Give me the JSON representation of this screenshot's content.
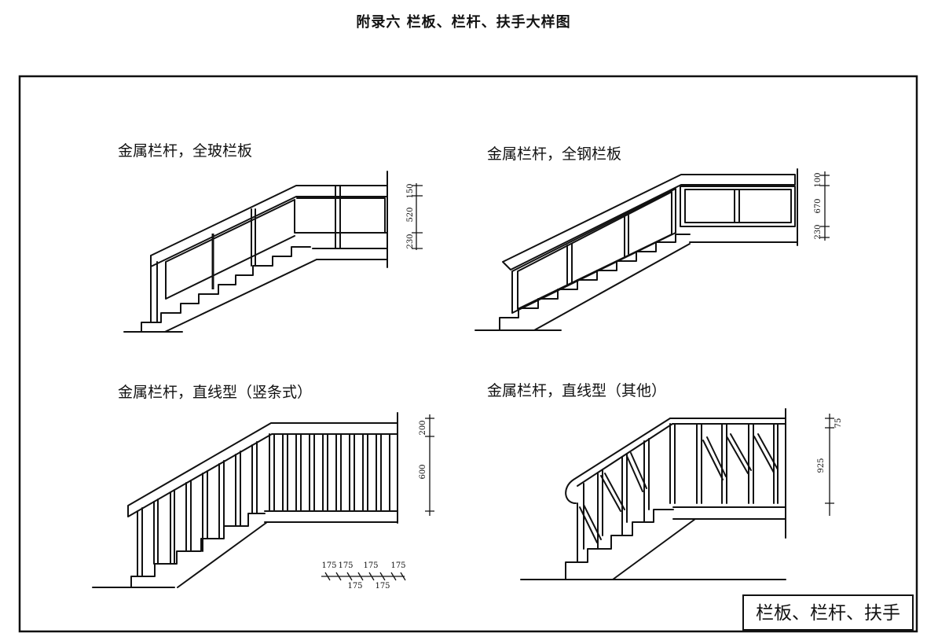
{
  "page": {
    "title": "附录六  栏板、栏杆、扶手大样图"
  },
  "panels": [
    {
      "label": "金属栏杆，全玻栏板",
      "dims": [
        "150",
        "520",
        "230"
      ]
    },
    {
      "label": "金属栏杆，全钢栏板",
      "dims": [
        "100",
        "670",
        "230"
      ]
    },
    {
      "label": "金属栏杆，直线型（竖条式）",
      "dims": [
        "200",
        "600"
      ],
      "spacing_top": [
        "175",
        "175",
        "175",
        "175"
      ],
      "spacing_bottom": [
        "175",
        "175"
      ]
    },
    {
      "label": "金属栏杆，直线型（其他）",
      "dims": [
        "75",
        "925"
      ]
    }
  ],
  "stamp": {
    "text": "栏板、栏杆、扶手"
  }
}
